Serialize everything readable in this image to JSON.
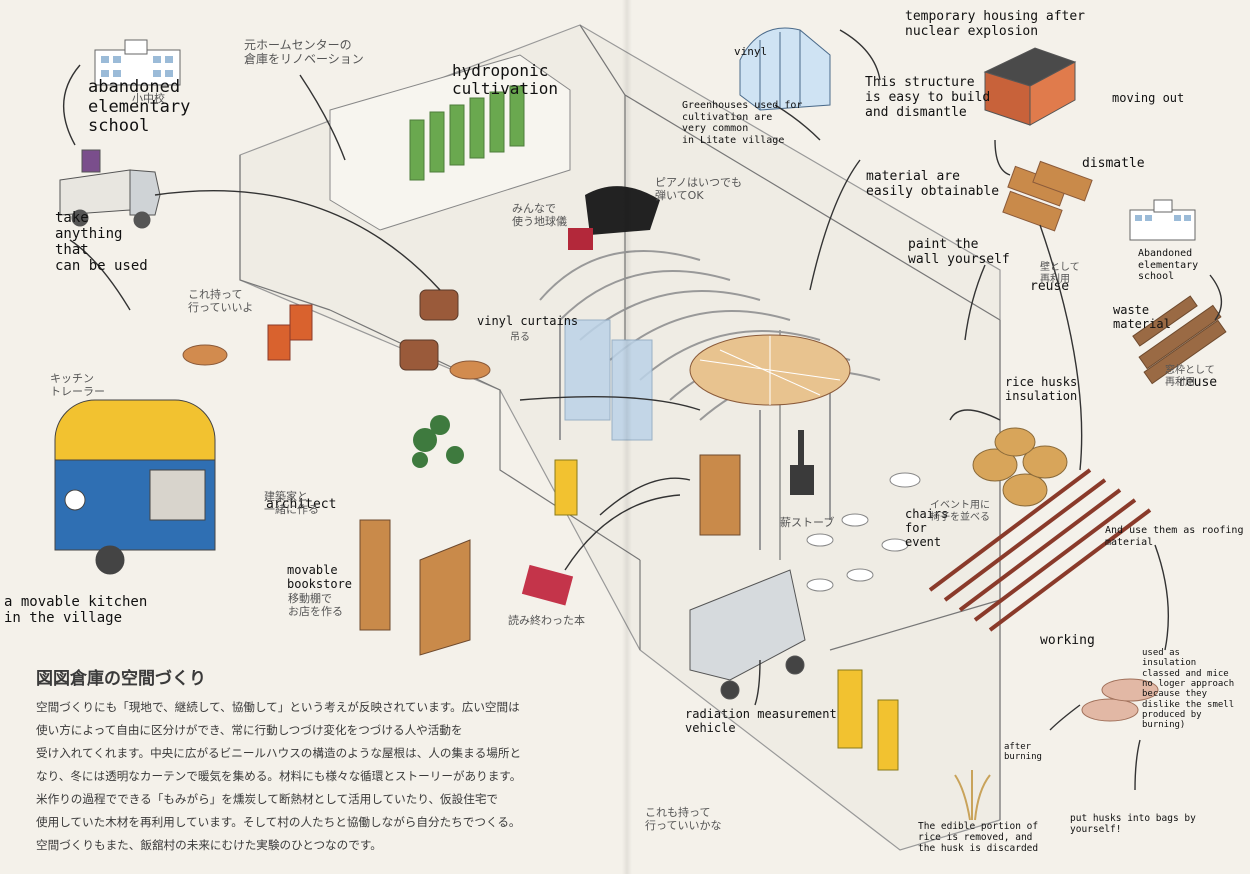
{
  "annotations": {
    "abandoned_school": "abandoned\nelementary\nschool",
    "hydroponic": "hydroponic\ncultivation",
    "vinyl": "vinyl",
    "greenhouses": "Greenhouses used for\ncultivation are\nvery common\nin Litate village",
    "temporary_housing": "temporary housing after\nnuclear explosion",
    "easy_build": "This structure\nis easy to build\nand dismantle",
    "moving_out": "moving out",
    "dismantle": "dismatle",
    "material_obtainable": "material are\neasily obtainable",
    "take_anything": "take\nanything\nthat\ncan be  used",
    "paint_wall": "paint the\nwall yourself",
    "reuse_1": "reuse",
    "abandoned_school_2": "Abandoned\nelementary\nschool",
    "waste_material": "waste\nmaterial",
    "reuse_2": "reuse",
    "vinyl_curtains": "vinyl curtains",
    "rice_husks": "rice husks\ninsulation",
    "architect": "architect",
    "chairs_event": "chairs\nfor\nevent",
    "movable_bookstore": "movable\nbookstore",
    "roofing": "And use them as roofing\nmaterial",
    "movable_kitchen": "a movable kitchen\nin the village",
    "working": "working",
    "insulation_note": "used as\ninsulation\nclassed and mice\nno loger approach\nbecause they\ndislike the smell\nproduced by\nburning)",
    "radiation_vehicle": "radiation measurement\nvehicle",
    "after_burning": "after\nburning",
    "rice_edible": "The edible portion of\nrice is removed, and\nthe husk is discarded",
    "put_husks": "put husks into bags by yourself!"
  },
  "japanese_labels": {
    "renovation": "元ホームセンターの\n倉庫をリノベーション",
    "school_small": "小中校",
    "piano": "ピアノはいつでも\n弾いてOK",
    "globe": "みんなで\n使う地球儀",
    "bring_this": "これ持って\n行っていいよ",
    "kitchen_trailer": "キッチン\nトレーラー",
    "architect_jp": "建築家と\n一緒に作る",
    "bookstore_jp": "移動棚で\nお店を作る",
    "finished_books": "読み終わった本",
    "wood_stove": "薪ストーブ",
    "reuse_jp_1": "壁として\n再利用",
    "reuse_jp_2": "窓枠として\n再利用",
    "event_jp": "イベント用に\n椅子を並べる",
    "curtains_jp": "吊る",
    "bring_this_2": "これも持って\n行っていいかな"
  },
  "article": {
    "title": "図図倉庫の空間づくり",
    "paragraphs": [
      "空間づくりにも「現地で、継続して、協働して」という考えが反映されています。広い空間は",
      "使い方によって自由に区分けができ、常に行動しつづけ変化をつづける人や活動を",
      "受け入れてくれます。中央に広がるビニールハウスの構造のような屋根は、人の集まる場所と",
      "なり、冬には透明なカーテンで暖気を集める。材料にも様々な循環とストーリーがあります。",
      "米作りの過程でできる「もみがら」を燻炭して断熱材として活用していたり、仮設住宅で",
      "使用していた木材を再利用しています。そして村の人たちと協働しながら自分たちでつくる。",
      "空間づくりもまた、飯舘村の未来にむけた実験のひとつなのです。"
    ]
  },
  "colors": {
    "paper": "#f4f1ea",
    "kitchen_yellow": "#f2c230",
    "kitchen_blue": "#2f6fb3",
    "wood": "#c98a4a",
    "husk_bag": "#d8a55a",
    "green": "#6aa84f",
    "line": "#555555"
  }
}
